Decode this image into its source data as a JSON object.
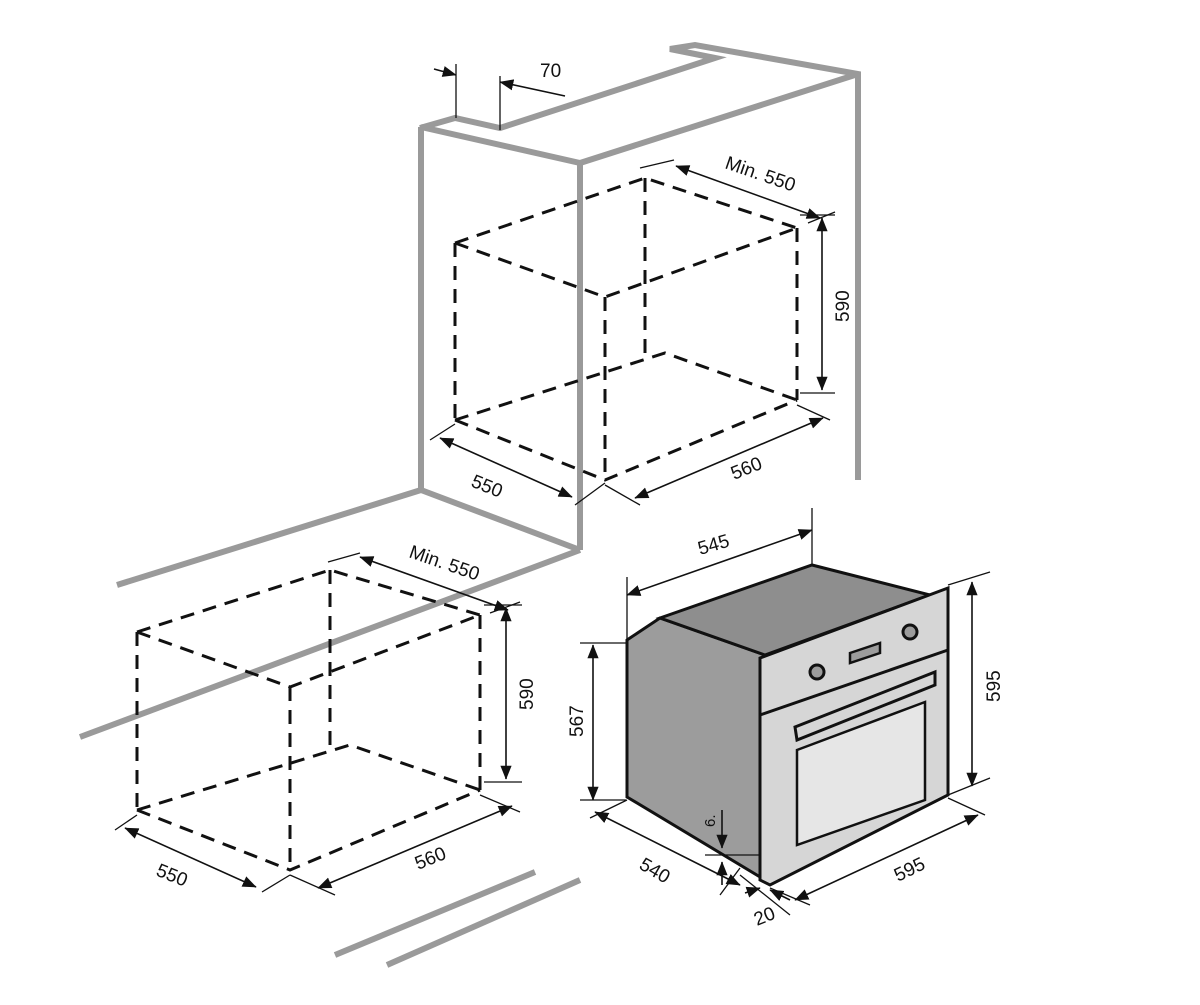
{
  "colors": {
    "cabinet_outline": "#9a9a9a",
    "line": "#111111",
    "oven_body_side": "#9c9c9c",
    "oven_body_top": "#8e8e8e",
    "oven_front": "#d6d6d6",
    "oven_window": "#e6e6e6",
    "background": "#ffffff"
  },
  "upper_installation": {
    "gap_top": "70",
    "depth_min": "Min. 550",
    "height": "590",
    "depth": "550",
    "width": "560"
  },
  "lower_installation": {
    "depth_min": "Min. 550",
    "height": "590",
    "depth": "550",
    "width": "560"
  },
  "oven": {
    "top_depth": "545",
    "body_height": "567",
    "front_height": "595",
    "body_depth": "540",
    "front_width": "595",
    "front_thickness": "20",
    "bottom_offset": "6."
  }
}
